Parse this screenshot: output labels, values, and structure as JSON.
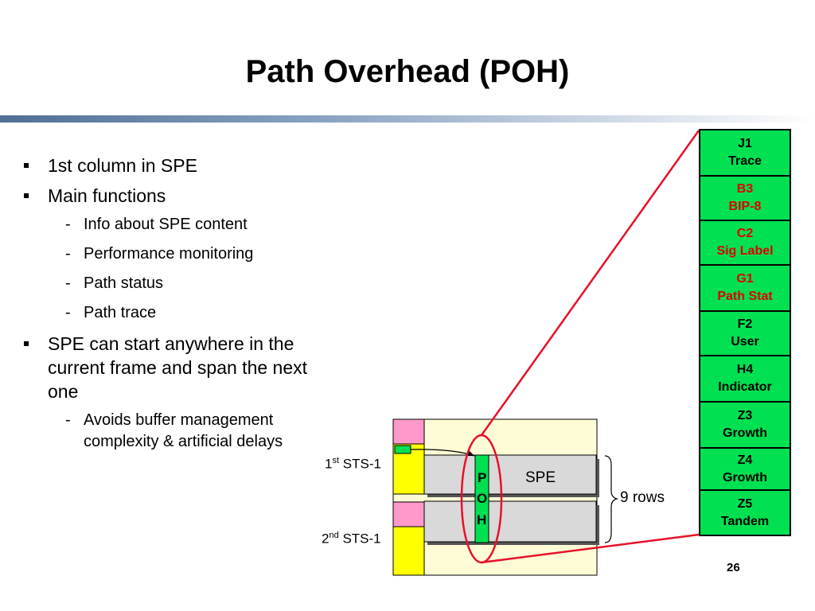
{
  "title": "Path Overhead (POH)",
  "bullets": [
    {
      "text": "1st column in SPE",
      "subs": []
    },
    {
      "text": "Main functions",
      "subs": [
        "Info about SPE content",
        "Performance monitoring",
        "Path status",
        "Path trace"
      ]
    },
    {
      "text": "SPE can start anywhere in the current frame and span the next one",
      "subs": [
        "Avoids buffer management complexity & artificial delays"
      ]
    }
  ],
  "poh_bytes": [
    {
      "code": "J1",
      "name": "Trace",
      "color": "black"
    },
    {
      "code": "B3",
      "name": "BIP-8",
      "color": "red"
    },
    {
      "code": "C2",
      "name": "Sig Label",
      "color": "red"
    },
    {
      "code": "G1",
      "name": "Path Stat",
      "color": "red"
    },
    {
      "code": "F2",
      "name": "User",
      "color": "black"
    },
    {
      "code": "H4",
      "name": "Indicator",
      "color": "black"
    },
    {
      "code": "Z3",
      "name": "Growth",
      "color": "black"
    },
    {
      "code": "Z4",
      "name": "Growth",
      "color": "black"
    },
    {
      "code": "Z5",
      "name": "Tandem",
      "color": "black"
    }
  ],
  "diagram": {
    "sts1_first": {
      "num": "1",
      "sup": "st",
      "rest": " STS-1"
    },
    "sts1_second": {
      "num": "2",
      "sup": "nd",
      "rest": " STS-1"
    },
    "spe_label": "SPE",
    "poh_letters": [
      "P",
      "O",
      "H"
    ],
    "rows_label": "9 rows"
  },
  "page_number": "26",
  "colors": {
    "frame_bg": "#fdfcd6",
    "overhead_yellow": "#ffff00",
    "overhead_pink": "#ff99cc",
    "spe_gray": "#d9d9d9",
    "poh_green": "#00e050",
    "callout_red": "#e8102a",
    "byte_red_text": "#e00000"
  }
}
